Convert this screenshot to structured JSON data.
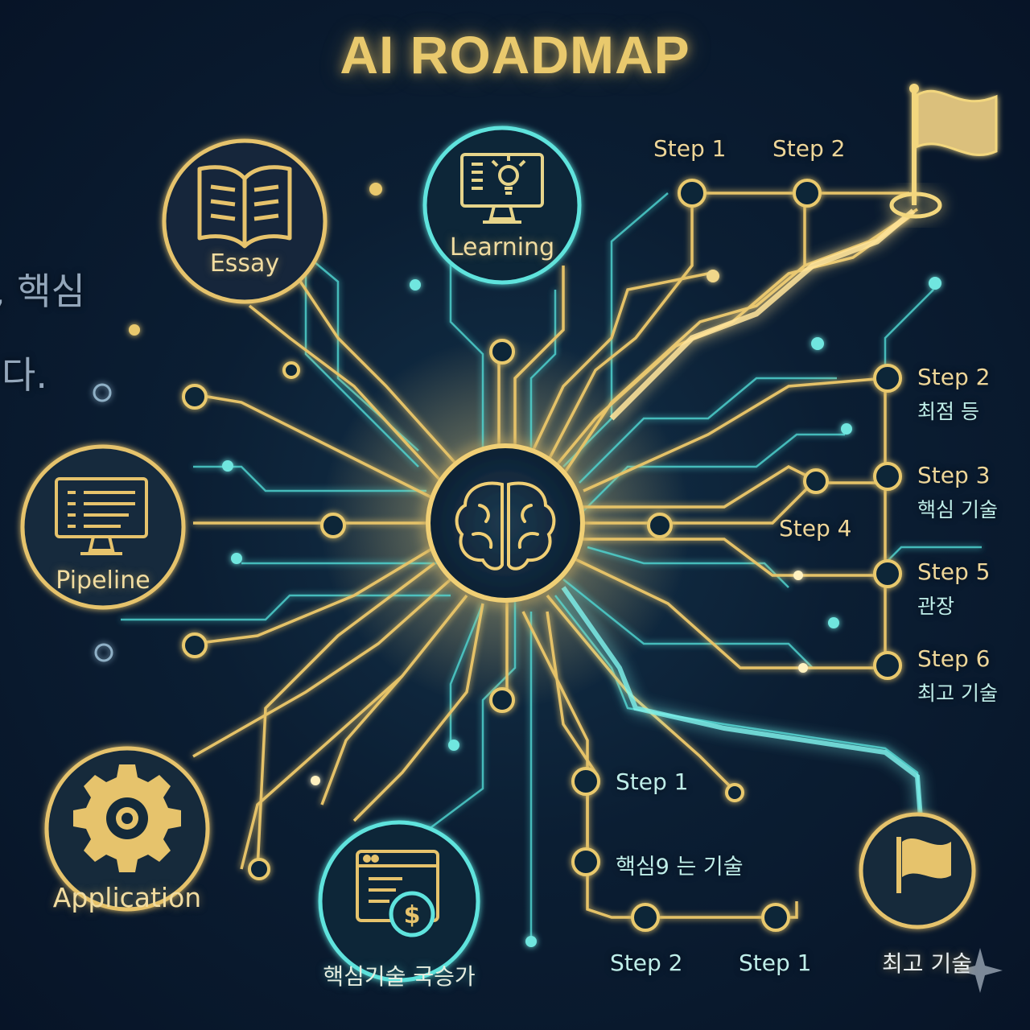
{
  "title": "AI ROADMAP",
  "colors": {
    "gold": "#e9c96d",
    "cyan": "#5fe3dd",
    "background": "#0b1e33"
  },
  "nodes": {
    "center": {
      "icon": "brain-icon"
    },
    "essay": {
      "label": "Essay",
      "icon": "book-icon"
    },
    "learning": {
      "label": "Learning",
      "icon": "monitor-lightbulb-icon"
    },
    "pipeline": {
      "label": "Pipeline",
      "icon": "monitor-list-icon"
    },
    "application": {
      "label": "Application",
      "icon": "gear-icon"
    },
    "billing": {
      "label": "핵심기술 국승가",
      "icon": "browser-dollar-icon"
    },
    "goal_top": {
      "icon": "flag-icon"
    },
    "goal_bottom": {
      "label": "최고 기술",
      "icon": "flag-icon"
    }
  },
  "top_steps": [
    "Step 1",
    "Step 2"
  ],
  "right_steps": [
    {
      "step": "Step 2",
      "sub": "최점 등"
    },
    {
      "step": "Step 3",
      "sub": "핵심 기술"
    },
    {
      "step": "Step 5",
      "sub": "관장"
    },
    {
      "step": "Step 6",
      "sub": "최고 기술"
    }
  ],
  "mid_step": "Step 4",
  "bottom_path": {
    "step_a": "Step 1",
    "step_b": "핵심9 는 기술",
    "step_c": "Step 2",
    "step_d": "Step 1"
  },
  "left_fragment": {
    "line1": ", 핵심",
    "line2": "다."
  }
}
